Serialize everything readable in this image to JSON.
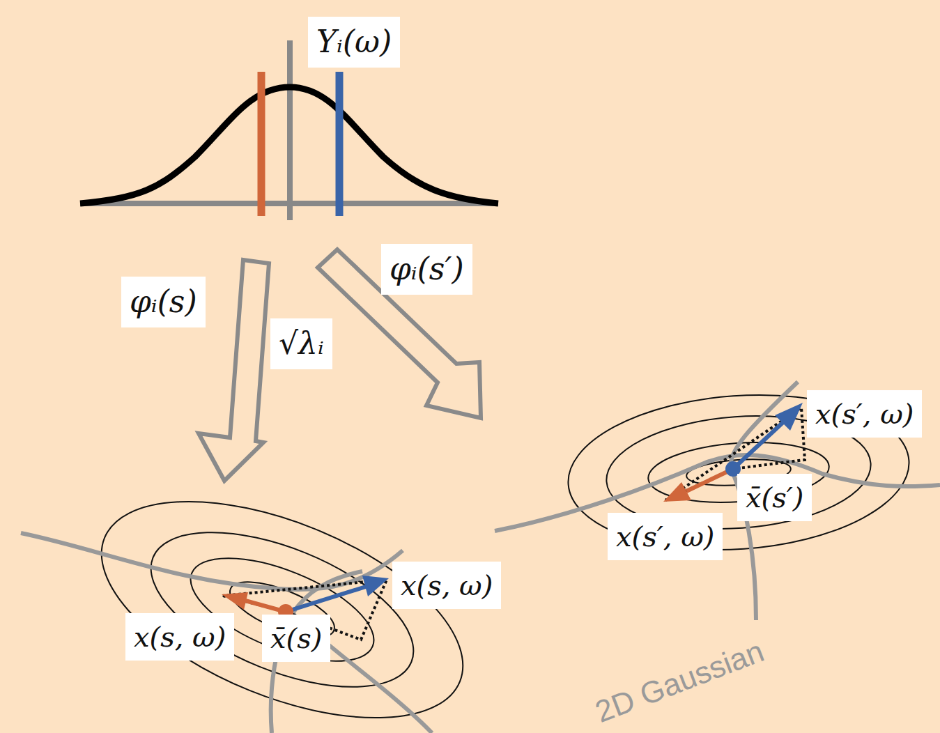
{
  "diagram": {
    "labels": [
      "Yᵢ(ω)",
      "φᵢ(s′)",
      "φᵢ(s)",
      "√λᵢ",
      "x(s′, ω)",
      "x̄(s′)",
      "x(s′, ω)",
      "x(s, ω)",
      "x(s, ω)",
      "x̄(s)",
      "2D Gaussian"
    ]
  }
}
